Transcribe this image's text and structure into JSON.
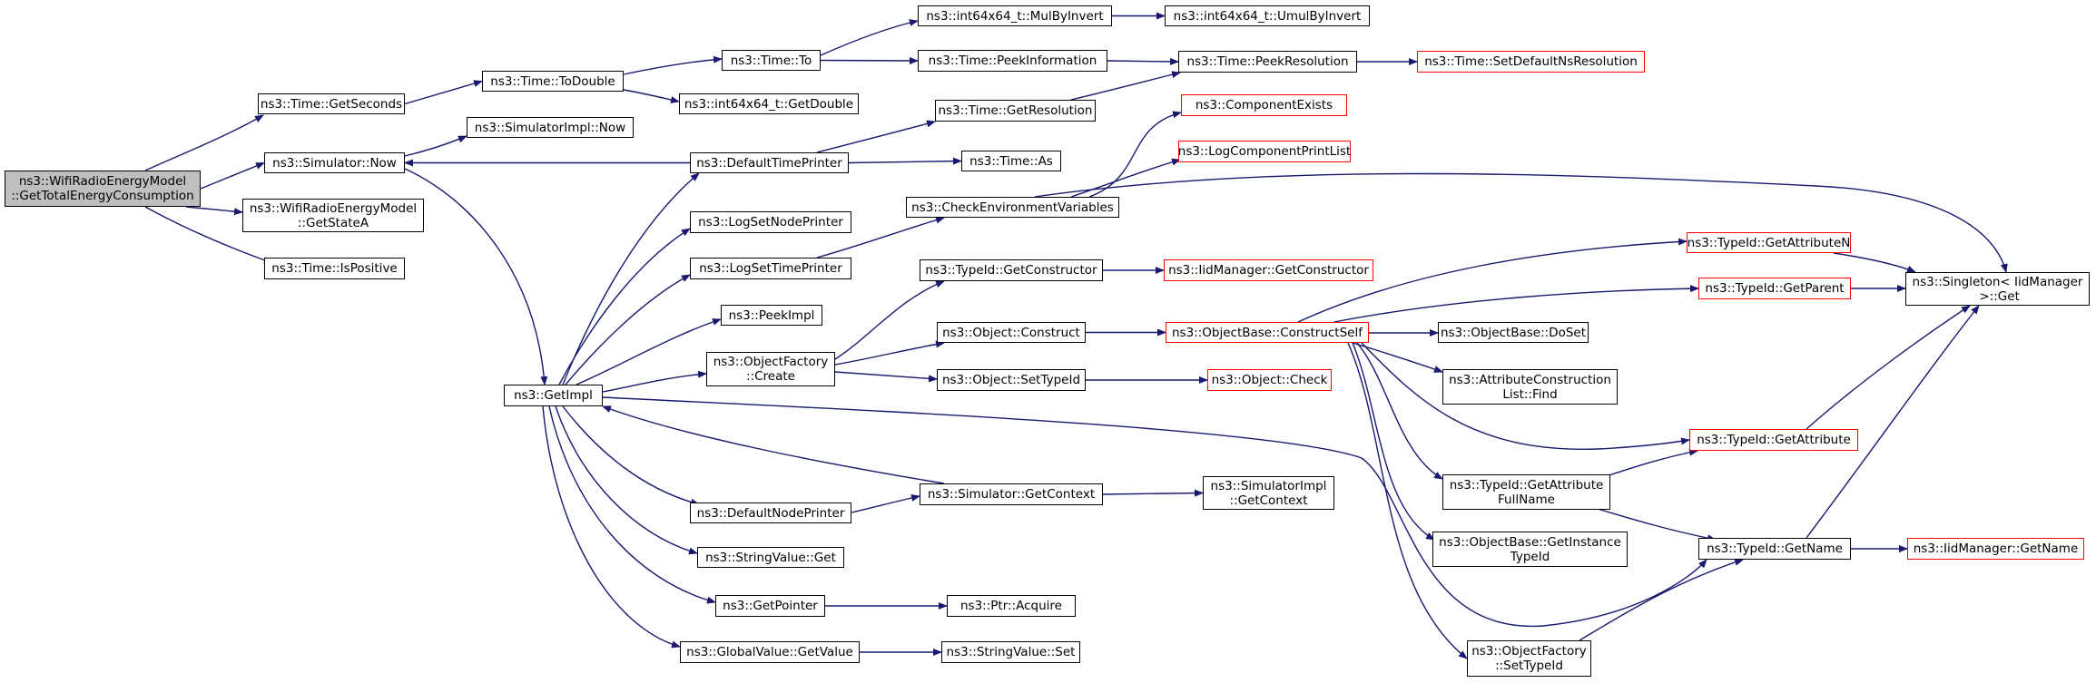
{
  "graph": {
    "colors": {
      "edge": "#191970",
      "root_fill": "#bfbfbf",
      "highlight_border": "#ff0000"
    },
    "nodes": [
      {
        "id": "root",
        "label": "ns3::WifiRadioEnergyModel\n::GetTotalEnergyConsumption",
        "root": true
      },
      {
        "id": "getseconds",
        "label": "ns3::Time::GetSeconds"
      },
      {
        "id": "todouble",
        "label": "ns3::Time::ToDouble"
      },
      {
        "id": "to",
        "label": "ns3::Time::To"
      },
      {
        "id": "mulbyinvert",
        "label": "ns3::int64x64_t::MulByInvert"
      },
      {
        "id": "umulbyinvert",
        "label": "ns3::int64x64_t::UmulByInvert"
      },
      {
        "id": "peekinfo",
        "label": "ns3::Time::PeekInformation"
      },
      {
        "id": "peekres",
        "label": "ns3::Time::PeekResolution"
      },
      {
        "id": "setdefres",
        "label": "ns3::Time::SetDefaultNsResolution",
        "red": true
      },
      {
        "id": "getdouble",
        "label": "ns3::int64x64_t::GetDouble"
      },
      {
        "id": "getres",
        "label": "ns3::Time::GetResolution"
      },
      {
        "id": "compexists",
        "label": "ns3::ComponentExists",
        "red": true
      },
      {
        "id": "simimplnow",
        "label": "ns3::SimulatorImpl::Now"
      },
      {
        "id": "simnow",
        "label": "ns3::Simulator::Now"
      },
      {
        "id": "deftimeprinter",
        "label": "ns3::DefaultTimePrinter"
      },
      {
        "id": "timeas",
        "label": "ns3::Time::As"
      },
      {
        "id": "logcompprint",
        "label": "ns3::LogComponentPrintList",
        "red": true
      },
      {
        "id": "getstatea",
        "label": "ns3::WifiRadioEnergyModel\n::GetStateA"
      },
      {
        "id": "checkenv",
        "label": "ns3::CheckEnvironmentVariables"
      },
      {
        "id": "logsetnode",
        "label": "ns3::LogSetNodePrinter"
      },
      {
        "id": "ispositive",
        "label": "ns3::Time::IsPositive"
      },
      {
        "id": "logsettime",
        "label": "ns3::LogSetTimePrinter"
      },
      {
        "id": "getctor",
        "label": "ns3::TypeId::GetConstructor"
      },
      {
        "id": "iidgetctor",
        "label": "ns3::IidManager::GetConstructor",
        "red": true
      },
      {
        "id": "getattrn",
        "label": "ns3::TypeId::GetAttributeN",
        "red": true
      },
      {
        "id": "singleton",
        "label": "ns3::Singleton< IidManager\n >::Get"
      },
      {
        "id": "peekimpl",
        "label": "ns3::PeekImpl"
      },
      {
        "id": "getparent",
        "label": "ns3::TypeId::GetParent",
        "red": true
      },
      {
        "id": "objconstruct",
        "label": "ns3::Object::Construct"
      },
      {
        "id": "constructself",
        "label": "ns3::ObjectBase::ConstructSelf",
        "red": true
      },
      {
        "id": "doset",
        "label": "ns3::ObjectBase::DoSet"
      },
      {
        "id": "ofcreate",
        "label": "ns3::ObjectFactory\n::Create"
      },
      {
        "id": "getimpl",
        "label": "ns3::GetImpl"
      },
      {
        "id": "settypeid",
        "label": "ns3::Object::SetTypeId"
      },
      {
        "id": "objcheck",
        "label": "ns3::Object::Check",
        "red": true
      },
      {
        "id": "acfind",
        "label": "ns3::AttributeConstruction\nList::Find"
      },
      {
        "id": "getattr",
        "label": "ns3::TypeId::GetAttribute",
        "red": true
      },
      {
        "id": "defnodeprinter",
        "label": "ns3::DefaultNodePrinter"
      },
      {
        "id": "simgetctx",
        "label": "ns3::Simulator::GetContext"
      },
      {
        "id": "simimplgetctx",
        "label": "ns3::SimulatorImpl\n::GetContext"
      },
      {
        "id": "getattrfull",
        "label": "ns3::TypeId::GetAttribute\nFullName"
      },
      {
        "id": "getname",
        "label": "ns3::TypeId::GetName"
      },
      {
        "id": "iidgetname",
        "label": "ns3::IidManager::GetName",
        "red": true
      },
      {
        "id": "stringget",
        "label": "ns3::StringValue::Get"
      },
      {
        "id": "getinsttid",
        "label": "ns3::ObjectBase::GetInstance\nTypeId"
      },
      {
        "id": "getpointer",
        "label": "ns3::GetPointer"
      },
      {
        "id": "ptracquire",
        "label": "ns3::Ptr::Acquire"
      },
      {
        "id": "gvgetvalue",
        "label": "ns3::GlobalValue::GetValue"
      },
      {
        "id": "stringset",
        "label": "ns3::StringValue::Set"
      },
      {
        "id": "ofsettypeid",
        "label": "ns3::ObjectFactory\n::SetTypeId"
      }
    ],
    "edges": [
      [
        "root",
        "getseconds"
      ],
      [
        "root",
        "simnow"
      ],
      [
        "root",
        "getstatea"
      ],
      [
        "root",
        "ispositive"
      ],
      [
        "getseconds",
        "todouble"
      ],
      [
        "todouble",
        "to"
      ],
      [
        "todouble",
        "getdouble"
      ],
      [
        "to",
        "mulbyinvert"
      ],
      [
        "to",
        "peekinfo"
      ],
      [
        "mulbyinvert",
        "umulbyinvert"
      ],
      [
        "peekinfo",
        "peekres"
      ],
      [
        "getres",
        "peekres"
      ],
      [
        "peekres",
        "setdefres"
      ],
      [
        "simnow",
        "simimplnow"
      ],
      [
        "simnow",
        "getimpl"
      ],
      [
        "deftimeprinter",
        "simnow"
      ],
      [
        "deftimeprinter",
        "getres"
      ],
      [
        "deftimeprinter",
        "timeas"
      ],
      [
        "checkenv",
        "compexists"
      ],
      [
        "checkenv",
        "logcompprint"
      ],
      [
        "checkenv",
        "singleton"
      ],
      [
        "logsettime",
        "checkenv"
      ],
      [
        "getimpl",
        "deftimeprinter"
      ],
      [
        "getimpl",
        "logsetnode"
      ],
      [
        "getimpl",
        "logsettime"
      ],
      [
        "getimpl",
        "peekimpl"
      ],
      [
        "getimpl",
        "ofcreate"
      ],
      [
        "getimpl",
        "defnodeprinter"
      ],
      [
        "getimpl",
        "stringget"
      ],
      [
        "getimpl",
        "getpointer"
      ],
      [
        "getimpl",
        "gvgetvalue"
      ],
      [
        "getimpl",
        "getname"
      ],
      [
        "simgetctx",
        "getimpl"
      ],
      [
        "ofcreate",
        "getctor"
      ],
      [
        "ofcreate",
        "objconstruct"
      ],
      [
        "ofcreate",
        "settypeid"
      ],
      [
        "getctor",
        "iidgetctor"
      ],
      [
        "objconstruct",
        "constructself"
      ],
      [
        "settypeid",
        "objcheck"
      ],
      [
        "constructself",
        "getattrn"
      ],
      [
        "constructself",
        "getparent"
      ],
      [
        "constructself",
        "doset"
      ],
      [
        "constructself",
        "acfind"
      ],
      [
        "constructself",
        "getattr"
      ],
      [
        "constructself",
        "getattrfull"
      ],
      [
        "constructself",
        "getinsttid"
      ],
      [
        "constructself",
        "ofsettypeid"
      ],
      [
        "getattrn",
        "singleton"
      ],
      [
        "getparent",
        "singleton"
      ],
      [
        "getattr",
        "singleton"
      ],
      [
        "getname",
        "singleton"
      ],
      [
        "getattrfull",
        "getattr"
      ],
      [
        "getattrfull",
        "getname"
      ],
      [
        "getname",
        "iidgetname"
      ],
      [
        "ofsettypeid",
        "getname"
      ],
      [
        "defnodeprinter",
        "simgetctx"
      ],
      [
        "simgetctx",
        "simimplgetctx"
      ],
      [
        "getpointer",
        "ptracquire"
      ],
      [
        "gvgetvalue",
        "stringset"
      ]
    ]
  }
}
